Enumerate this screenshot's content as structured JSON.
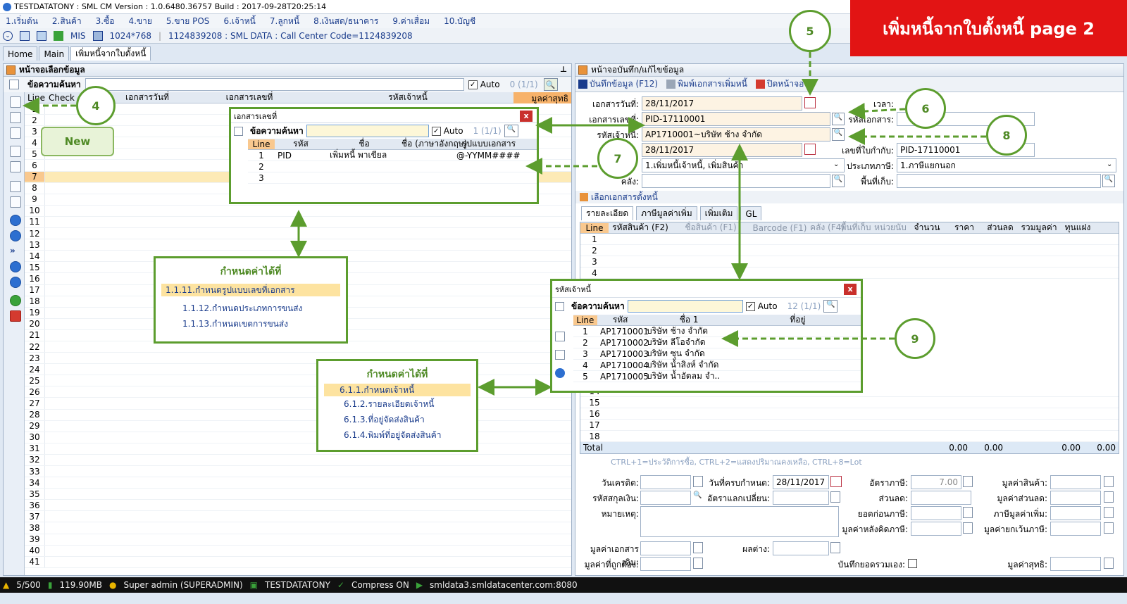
{
  "window": {
    "title": "TESTDATATONY : SML CM Version : 1.0.6480.36757  Build : 2017-09-28T20:25:14"
  },
  "menu": [
    "1.เริ่มต้น",
    "2.สินค้า",
    "3.ซื้อ",
    "4.ขาย",
    "5.ขาย POS",
    "6.เจ้าหนี้",
    "7.ลูกหนี้",
    "8.เงินสด/ธนาคาร",
    "9.ค่าเสื่อม",
    "10.บัญชี"
  ],
  "toolbar": {
    "mis": "MIS",
    "resolution": "1024*768",
    "info": "1124839208 : SML DATA : Call Center Code=1124839208"
  },
  "tabs": [
    "Home",
    "Main",
    "เพิ่มหนี้จากใบตั้งหนี้"
  ],
  "banner": "เพิ่มหนี้จากใบตั้งหนี้  page 2",
  "left": {
    "title": "หน้าจอเลือกข้อมูล",
    "search_label": "ข้อความค้นหา",
    "auto_label": "Auto",
    "count": "0 (1/1)",
    "columns": [
      "Line",
      "Check",
      "เอกสารวันที่",
      "เอกสารเลขที่",
      "รหัสเจ้าหนี้",
      "มูลค่าสุทธิ"
    ],
    "rows": [
      "1",
      "2",
      "3",
      "4",
      "5",
      "6",
      "7",
      "8",
      "9",
      "10",
      "11",
      "12",
      "13",
      "14",
      "15",
      "16",
      "17",
      "18",
      "19",
      "20",
      "21",
      "22",
      "23",
      "24",
      "25",
      "26",
      "27",
      "28",
      "29",
      "30",
      "31",
      "32",
      "33",
      "34",
      "35",
      "36",
      "37",
      "38",
      "39",
      "40",
      "41"
    ]
  },
  "right": {
    "title": "หน้าจอบันทึก/แก้ไขข้อมูล",
    "btn_save": "บันทึกข้อมูล (F12)",
    "btn_print": "พิมพ์เอกสารเพิ่มหนี้",
    "btn_close": "ปิดหน้าจอ",
    "doc_date_label": "เอกสารวันที่:",
    "doc_date": "28/11/2017",
    "time_label": "เวลา:",
    "doc_no_label": "เอกสารเลขที่:",
    "doc_no": "PID-17110001",
    "doc_code_label": "รหัสเอกสาร:",
    "creditor_label": "รหัสเจ้าหนี้:",
    "creditor": "AP1710001~บริษัท ช้าง จำกัด",
    "tax_date": "28/11/2017",
    "tax_no_label": "เลขที่ใบกำกับ:",
    "tax_no": "PID-17110001",
    "type_value": "1.เพิ่มหนี้เจ้าหนี้, เพิ่มสินค้า",
    "vat_type_label": "ประเภทภาษี:",
    "vat_type": "1.ภาษีแยกนอก",
    "warehouse_label": "คลัง:",
    "location_label": "พื้นที่เก็บ:",
    "select_docs": "เลือกเอกสารตั้งหนี้",
    "subtabs": [
      "รายละเอียด",
      "ภาษีมูลค่าเพิ่ม",
      "เพิ่มเติม",
      "GL"
    ],
    "grid_cols": [
      "Line",
      "รหัสสินค้า (F2)",
      "ชื่อสินค้า (F1)",
      "Barcode (F1)",
      "คลัง (F4)",
      "พื้นที่เก็บ",
      "หน่วยนับ",
      "จำนวน",
      "ราคา",
      "ส่วนลด",
      "รวมมูลค่า",
      "ทุนแฝง"
    ],
    "grid_rows_top": [
      "1",
      "2",
      "3",
      "4"
    ],
    "grid_rows_bottom": [
      "14",
      "15",
      "16",
      "17",
      "18"
    ],
    "total_label": "Total",
    "total_qty": "0.00",
    "total_price": "0.00",
    "total_sum": "0.00",
    "total_hidden": "0.00",
    "hint": "CTRL+1=ประวัติการซื้อ, CTRL+2=แสดงปริมาณคงเหลือ, CTRL+8=Lot",
    "credit_day_label": "วันเครดิต:",
    "due_label": "วันที่ครบกำหนด:",
    "due_date": "28/11/2017",
    "tax_rate_label": "อัตราภาษี:",
    "tax_rate": "7.00",
    "goods_value_label": "มูลค่าสินค้า:",
    "currency_label": "รหัสสกุลเงิน:",
    "exchange_label": "อัตราแลกเปลี่ยน:",
    "discount_label": "ส่วนลด:",
    "discount_value_label": "มูลค่าส่วนลด:",
    "remark_label": "หมายเหตุ:",
    "before_tax_label": "ยอดก่อนภาษี:",
    "vat_label": "ภาษีมูลค่าเพิ่ม:",
    "after_tax_label": "มูลค่าหลังคิดภาษี:",
    "exempt_label": "มูลค่ายกเว้นภาษี:",
    "orig_doc_label": "มูลค่าเอกสารเดิม:",
    "diff_label": "ผลต่าง:",
    "manual_total_label": "บันทึกยอดรวมเอง:",
    "correct_label": "มูลค่าที่ถูกต้อง:",
    "net_label": "มูลค่าสุทธิ:"
  },
  "dialog1": {
    "title": "เอกสารเลขที่",
    "search_label": "ข้อความค้นหา",
    "auto_label": "Auto",
    "count": "1 (1/1)",
    "columns": [
      "Line",
      "รหัส",
      "ชื่อ",
      "ชื่อ (ภาษาอังกฤษ)",
      "รูปแบบเอกสาร"
    ],
    "rows": [
      {
        "line": "1",
        "code": "PID",
        "name": "เพิ่มหนี้ พาเขียล",
        "ename": "",
        "format": "@-YYMM####"
      },
      {
        "line": "2",
        "code": "",
        "name": "",
        "ename": "",
        "format": ""
      },
      {
        "line": "3",
        "code": "",
        "name": "",
        "ename": "",
        "format": ""
      }
    ]
  },
  "dialog2": {
    "title": "รหัสเจ้าหนี้",
    "search_label": "ข้อความค้นหา",
    "auto_label": "Auto",
    "count": "12 (1/1)",
    "columns": [
      "Line",
      "รหัส",
      "ชื่อ 1",
      "ที่อยู่"
    ],
    "rows": [
      {
        "line": "1",
        "code": "AP1710001",
        "name": "บริษัท ช้าง จำกัด"
      },
      {
        "line": "2",
        "code": "AP1710002",
        "name": "บริษัท ลีโอจำกัด"
      },
      {
        "line": "3",
        "code": "AP1710003",
        "name": "บริษัท ซุน จำกัด"
      },
      {
        "line": "4",
        "code": "AP1710004",
        "name": "บริษัท น้ำสิงห์ จำกัด"
      },
      {
        "line": "5",
        "code": "AP1710005",
        "name": "บริษัท น้ำอัดลม จำ.."
      }
    ]
  },
  "box1": {
    "title": "กำหนดค่าได้ที่",
    "items": [
      "1.1.11.กำหนดรูปแบบเลขที่เอกสาร",
      "1.1.12.กำหนดประเภทการขนส่ง",
      "1.1.13.กำหนดเขตการขนส่ง"
    ]
  },
  "box2": {
    "title": "กำหนดค่าได้ที่",
    "items": [
      "6.1.1.กำหนดเจ้าหนี้",
      "6.1.2.รายละเอียดเจ้าหนี้",
      "6.1.3.ที่อยู่จัดส่งสินค้า",
      "6.1.4.พิมพ์ที่อยู่จัดส่งสินค้า"
    ]
  },
  "callouts": {
    "c4": "4",
    "c5": "5",
    "c6": "6",
    "c7": "7",
    "c8": "8",
    "c9": "9",
    "new_label": "New"
  },
  "status": {
    "count": "5/500",
    "memory": "119.90MB",
    "user": "Super admin (SUPERADMIN)",
    "db": "TESTDATATONY",
    "compress": "Compress ON",
    "server": "smldata3.smldatacenter.com:8080"
  },
  "colors": {
    "green": "#5c9d2e",
    "red": "#e21414",
    "orange": "#f9c88e"
  }
}
